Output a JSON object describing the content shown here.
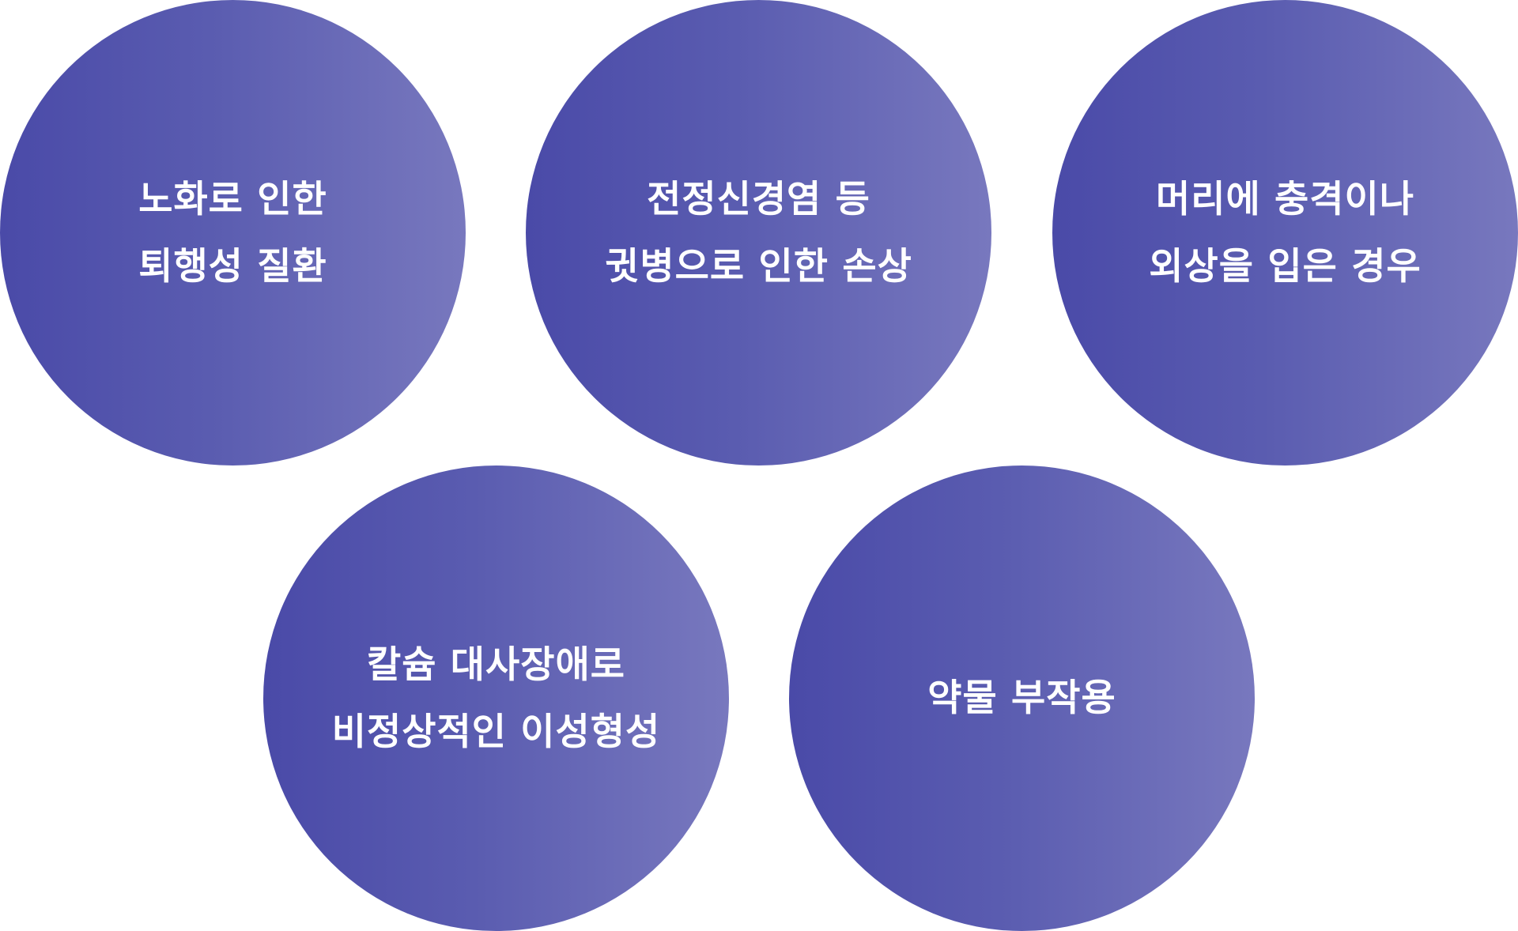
{
  "circles": [
    {
      "lines": [
        "노화로 인한",
        "퇴행성 질환"
      ]
    },
    {
      "lines": [
        "전정신경염 등",
        "귓병으로 인한 손상"
      ]
    },
    {
      "lines": [
        "머리에 충격이나",
        "외상을 입은 경우"
      ]
    },
    {
      "lines": [
        "칼슘 대사장애로",
        "비정상적인 이성형성"
      ]
    },
    {
      "lines": [
        "약물 부작용"
      ]
    }
  ],
  "colors": {
    "circle_gradient_start": "#4a4aa8",
    "circle_gradient_end": "#7878be",
    "text": "#ffffff",
    "background": "#ffffff"
  }
}
